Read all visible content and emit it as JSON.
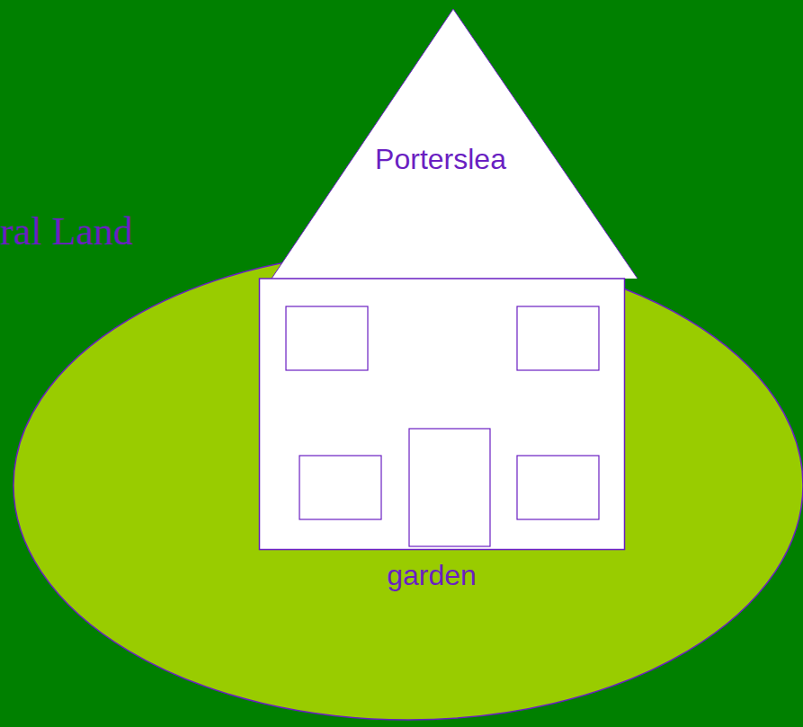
{
  "diagram": {
    "nodes": [
      {
        "text": [
          "garden"
        ]
      },
      {
        "text": [
          "Porterslea"
        ],
        "in": 0
      }
    ],
    "labels": [
      "ral Land"
    ]
  }
}
